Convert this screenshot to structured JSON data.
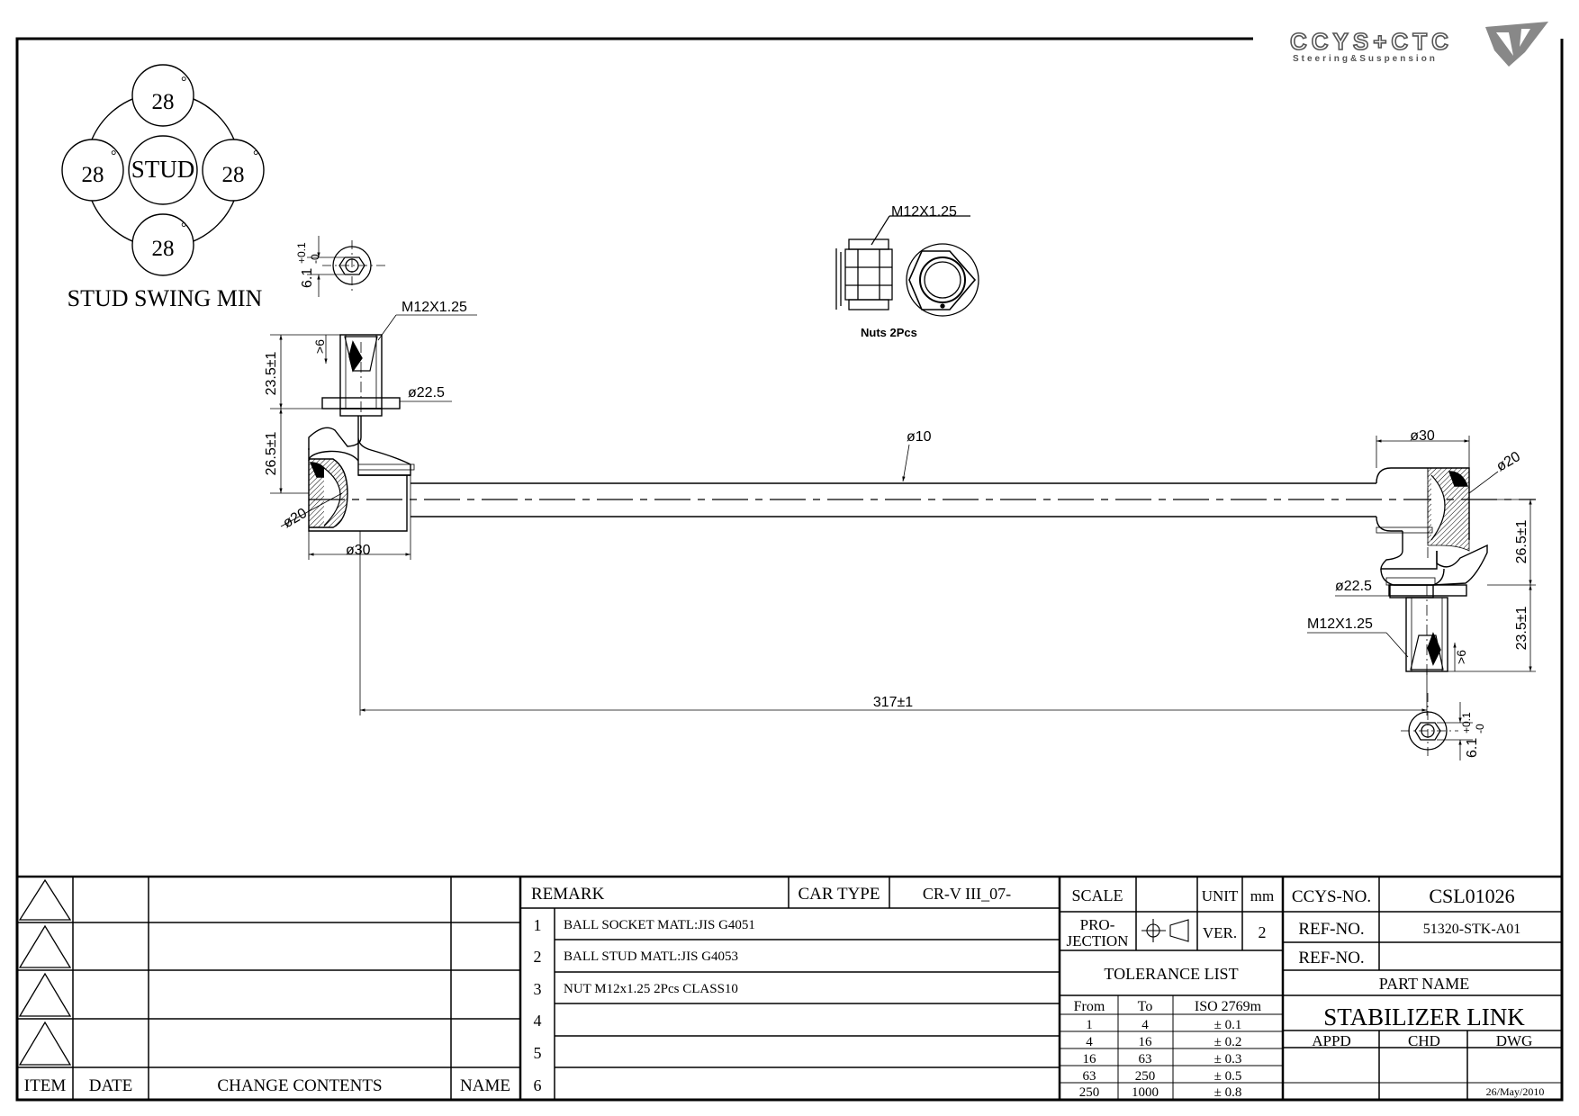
{
  "logo": {
    "brand": "CCYS+CTC",
    "tagline": "Steering&Suspension"
  },
  "stud_swing": {
    "center": "STUD",
    "angles": [
      "28",
      "28",
      "28",
      "28"
    ],
    "degree_mark": "°",
    "caption": "STUD SWING MIN"
  },
  "dims": {
    "hex_top_left": "6.1",
    "hex_tol_plus": "+0.1",
    "hex_tol_minus": "-0",
    "hex_bottom_right": "6.1",
    "thread_left": "M12X1.25",
    "thread_right": "M12X1.25",
    "thread_nut": "M12X1.25",
    "min_len_left": ">6",
    "min_len_right": ">6",
    "stud_len_left": "23.5±1",
    "stud_len_right": "23.5±1",
    "flange_left": "ø22.5",
    "flange_right": "ø22.5",
    "height_left": "26.5±1",
    "height_right": "26.5±1",
    "socket_left": "ø30",
    "socket_right": "ø30",
    "ball_left": "ø20",
    "ball_right": "ø20",
    "rod": "ø10",
    "overall": "317±1",
    "nuts_label": "Nuts  2Pcs"
  },
  "revision_table": {
    "headers": {
      "item": "ITEM",
      "date": "DATE",
      "change": "CHANGE CONTENTS",
      "name": "NAME"
    }
  },
  "remarks": {
    "header": "REMARK",
    "car_type_label": "CAR TYPE",
    "car_type": "CR-V III_07-",
    "items": [
      {
        "no": "1",
        "text": "BALL SOCKET MATL:JIS G4051"
      },
      {
        "no": "2",
        "text": "BALL STUD MATL:JIS G4053"
      },
      {
        "no": "3",
        "text": "NUT M12x1.25 2Pcs CLASS10"
      },
      {
        "no": "4",
        "text": ""
      },
      {
        "no": "5",
        "text": ""
      },
      {
        "no": "6",
        "text": ""
      }
    ]
  },
  "spec": {
    "scale_label": "SCALE",
    "unit_label": "UNIT",
    "unit": "mm",
    "projection_label_1": "PRO-",
    "projection_label_2": "JECTION",
    "ver_label": "VER.",
    "ver": "2",
    "tolerance_title": "TOLERANCE LIST",
    "tol_headers": [
      "From",
      "To",
      "ISO 2769m"
    ],
    "tol_rows": [
      [
        "1",
        "4",
        "± 0.1"
      ],
      [
        "4",
        "16",
        "± 0.2"
      ],
      [
        "16",
        "63",
        "± 0.3"
      ],
      [
        "63",
        "250",
        "± 0.5"
      ],
      [
        "250",
        "1000",
        "± 0.8"
      ]
    ]
  },
  "title_block": {
    "ccys_label": "CCYS-NO.",
    "ccys_no": "CSL01026",
    "ref_label": "REF-NO.",
    "ref_no": "51320-STK-A01",
    "ref_label_2": "REF-NO.",
    "ref_no_2": "",
    "part_name_label": "PART NAME",
    "part_name": "STABILIZER LINK",
    "appd": "APPD",
    "chd": "CHD",
    "dwg": "DWG",
    "date": "26/May/2010"
  }
}
